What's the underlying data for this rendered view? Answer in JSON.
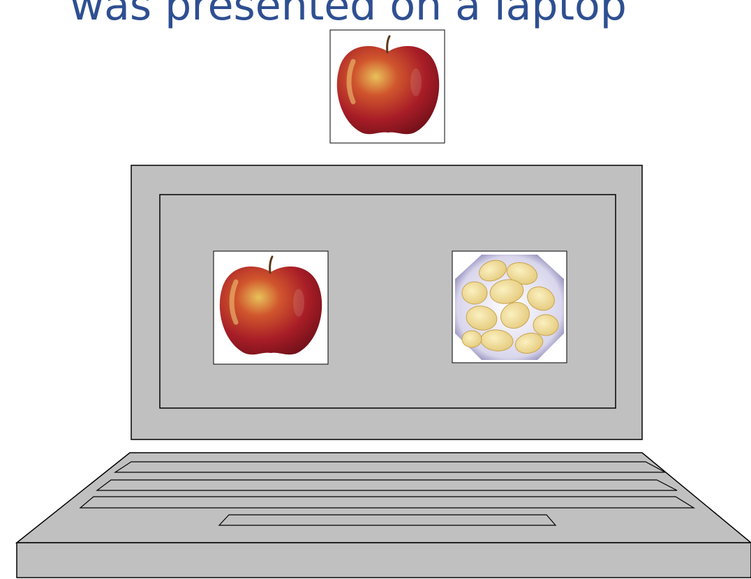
{
  "slide": {
    "title": "was presented on a laptop"
  },
  "stimuli": {
    "probe": {
      "item": "apple"
    },
    "left_option": {
      "item": "apple"
    },
    "right_option": {
      "item": "potato chips"
    }
  },
  "colors": {
    "title": "#2e4f91",
    "laptop_body": "#c0c0c0",
    "outline": "#000000",
    "apple_red": "#b3202a",
    "chip_yellow": "#f0dc96",
    "bowl": "#8b87b8"
  }
}
